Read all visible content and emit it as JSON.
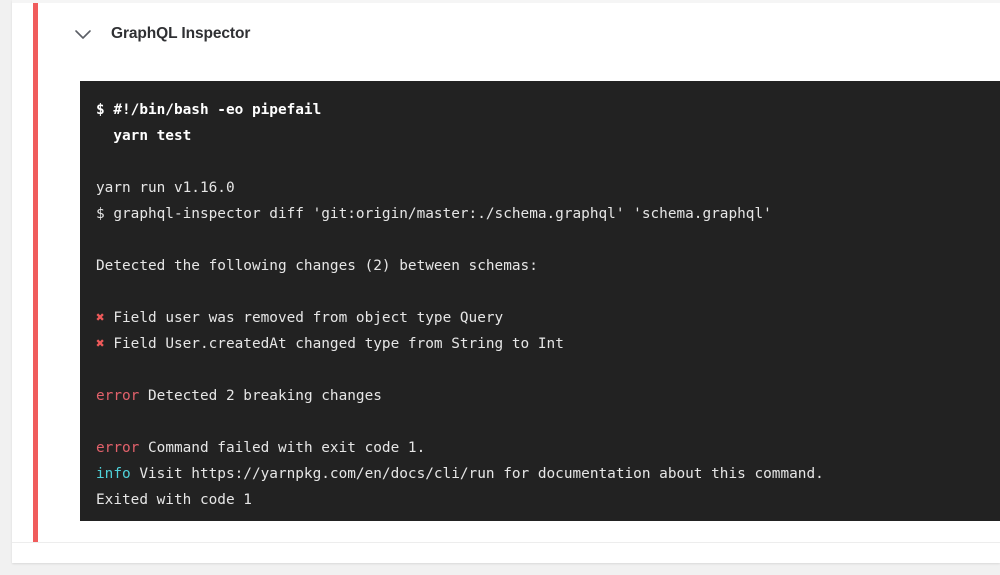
{
  "job": {
    "title": "GraphQL Inspector",
    "toggle_icon": "chevron-down-icon",
    "status_color": "#f05c5c",
    "status": "failed"
  },
  "terminal": {
    "background": "#222222",
    "text_color": "#e6e6e6",
    "error_color": "#e2616b",
    "info_color": "#4fd1d9",
    "marker_color": "#ee5a5a",
    "lines": [
      {
        "id": "l1",
        "type": "command",
        "text": "$ #!/bin/bash -eo pipefail"
      },
      {
        "id": "l2",
        "type": "command",
        "text": "  yarn test"
      },
      {
        "id": "l3",
        "type": "blank",
        "text": ""
      },
      {
        "id": "l4",
        "type": "plain",
        "text": "yarn run v1.16.0"
      },
      {
        "id": "l5",
        "type": "plain",
        "text": "$ graphql-inspector diff 'git:origin/master:./schema.graphql' 'schema.graphql'"
      },
      {
        "id": "l6",
        "type": "blank",
        "text": ""
      },
      {
        "id": "l7",
        "type": "plain",
        "text": "Detected the following changes (2) between schemas:"
      },
      {
        "id": "l8",
        "type": "blank",
        "text": ""
      },
      {
        "id": "l9",
        "type": "marker",
        "marker": "✖",
        "text": " Field user was removed from object type Query"
      },
      {
        "id": "l10",
        "type": "marker",
        "marker": "✖",
        "text": " Field User.createdAt changed type from String to Int"
      },
      {
        "id": "l11",
        "type": "blank",
        "text": ""
      },
      {
        "id": "l12",
        "type": "tagged",
        "tag": "error",
        "tag_kind": "error",
        "text": " Detected 2 breaking changes"
      },
      {
        "id": "l13",
        "type": "blank",
        "text": ""
      },
      {
        "id": "l14",
        "type": "tagged",
        "tag": "error",
        "tag_kind": "error",
        "text": " Command failed with exit code 1."
      },
      {
        "id": "l15",
        "type": "tagged",
        "tag": "info",
        "tag_kind": "info",
        "text": " Visit https://yarnpkg.com/en/docs/cli/run for documentation about this command."
      },
      {
        "id": "l16",
        "type": "plain",
        "text": "Exited with code 1"
      }
    ]
  }
}
